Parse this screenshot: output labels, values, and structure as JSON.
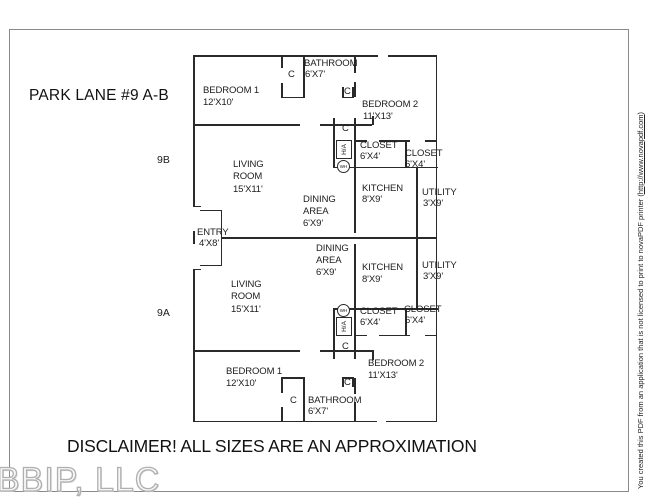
{
  "page": {
    "title": "PARK LANE #9 A-B",
    "disclaimer": "DISCLAIMER! ALL SIZES ARE AN APPROXIMATION",
    "watermark": "BBIP, LLC",
    "printer_notice": {
      "prefix": "You created this PDF from an application that is not licensed to print to novaPDF printer (",
      "url": "http://www.novapdf.com",
      "suffix": ")"
    }
  },
  "plan": {
    "entry": {
      "name": "ENTRY",
      "size": "4'X8'"
    },
    "unit_b": {
      "id": "9B",
      "bedroom1": {
        "name": "BEDROOM 1",
        "size": "12'X10'"
      },
      "bathroom": {
        "name": "BATHROOM",
        "size": "6'X7'"
      },
      "bedroom2": {
        "name": "BEDROOM 2",
        "size": "11'X13'"
      },
      "closet_c1": {
        "label": "C"
      },
      "closet_door": {
        "label": "C"
      },
      "closet_c2": {
        "label": "C"
      },
      "closet1": {
        "name": "CLOSET",
        "size": "6'X4'"
      },
      "closet2": {
        "name": "CLOSET",
        "size": "6'X4'"
      },
      "kitchen": {
        "name": "KITCHEN",
        "size": "8'X9'"
      },
      "utility": {
        "name": "UTILITY",
        "size": "3'X9'"
      },
      "living": {
        "l1": "LIVING",
        "l2": "ROOM",
        "size": "15'X11'"
      },
      "dining": {
        "l1": "DINING",
        "l2": "AREA",
        "size": "6'X9'"
      },
      "hvac": {
        "label": "H/A"
      },
      "water_heater": {
        "label": "WH"
      }
    },
    "unit_a": {
      "id": "9A",
      "bedroom1": {
        "name": "BEDROOM 1",
        "size": "12'X10'"
      },
      "bathroom": {
        "name": "BATHROOM",
        "size": "6'X7'"
      },
      "bedroom2": {
        "name": "BEDROOM 2",
        "size": "11'X13'"
      },
      "closet_c1": {
        "label": "C"
      },
      "closet_door": {
        "label": "C"
      },
      "closet_c2": {
        "label": "C"
      },
      "closet1": {
        "name": "CLOSET",
        "size": "6'X4'"
      },
      "closet2": {
        "name": "CLOSET",
        "size": "6'X4'"
      },
      "kitchen": {
        "name": "KITCHEN",
        "size": "8'X9'"
      },
      "utility": {
        "name": "UTILITY",
        "size": "3'X9'"
      },
      "living": {
        "l1": "LIVING",
        "l2": "ROOM",
        "size": "15'X11'"
      },
      "dining": {
        "l1": "DINING",
        "l2": "AREA",
        "size": "6'X9'"
      },
      "hvac": {
        "label": "H/A"
      },
      "water_heater": {
        "label": "WH"
      }
    }
  }
}
